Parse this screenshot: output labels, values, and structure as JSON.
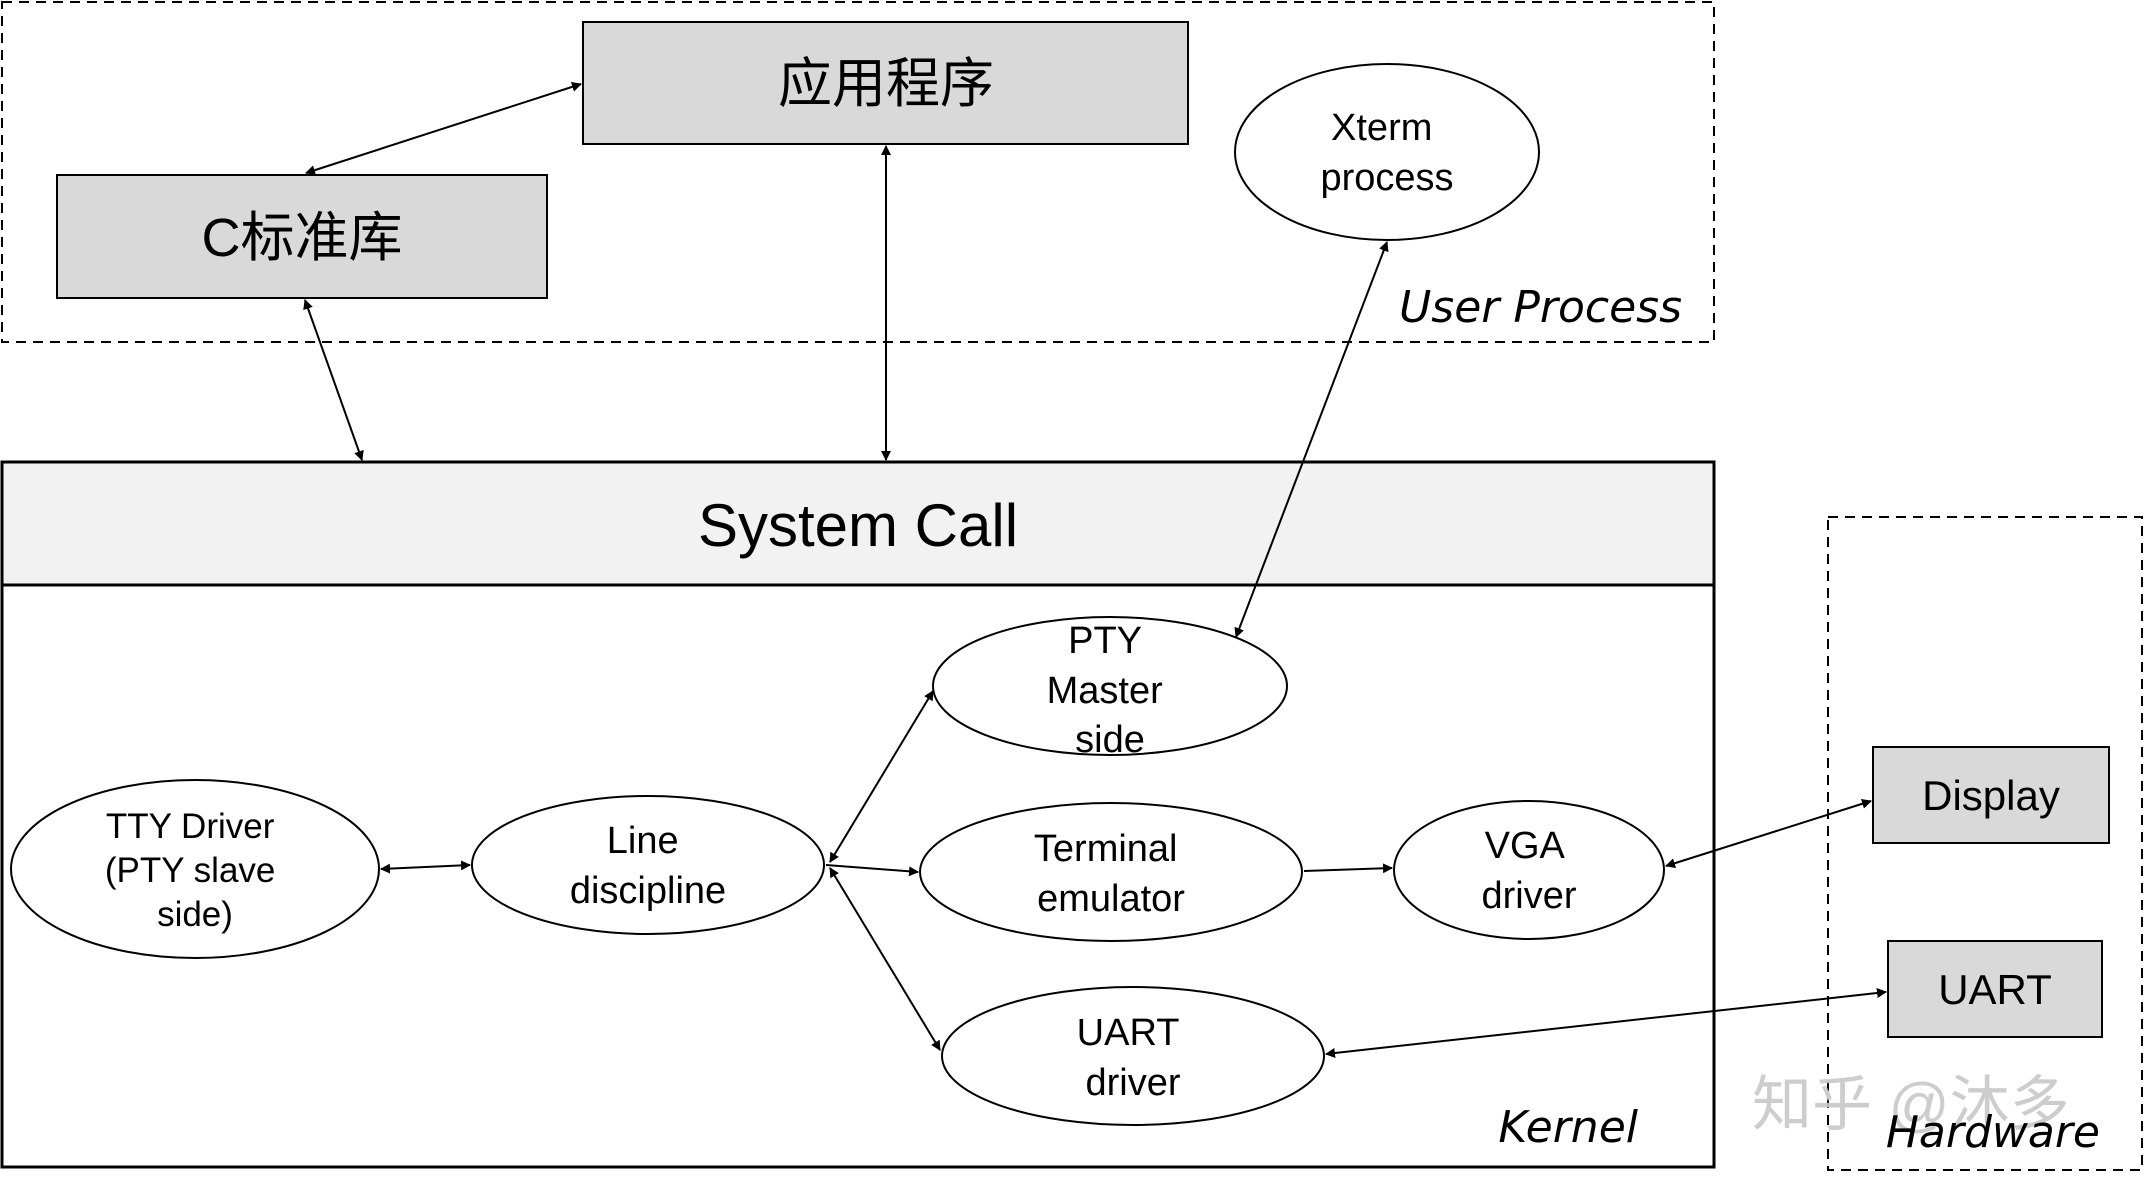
{
  "regions": {
    "user_process": "User Process",
    "kernel": "Kernel",
    "hardware": "Hardware"
  },
  "boxes": {
    "app": "应用程序",
    "clib": "C标准库",
    "system_call": "System Call",
    "display": "Display",
    "uart": "UART"
  },
  "nodes": {
    "xterm": [
      "Xterm",
      "process"
    ],
    "pty_master": [
      "PTY",
      "Master",
      "side"
    ],
    "tty_driver": [
      "TTY Driver",
      "(PTY slave",
      "side)"
    ],
    "line_discipline": [
      "Line",
      "discipline"
    ],
    "terminal_emulator": [
      "Terminal",
      "emulator"
    ],
    "vga_driver": [
      "VGA",
      "driver"
    ],
    "uart_driver": [
      "UART",
      "driver"
    ]
  },
  "watermark": "知乎 @沐多",
  "colors": {
    "box_fill": "#d9d9d9",
    "band_fill": "#f2f2f2",
    "stroke": "#000000",
    "watermark": "#c8c8c8"
  }
}
